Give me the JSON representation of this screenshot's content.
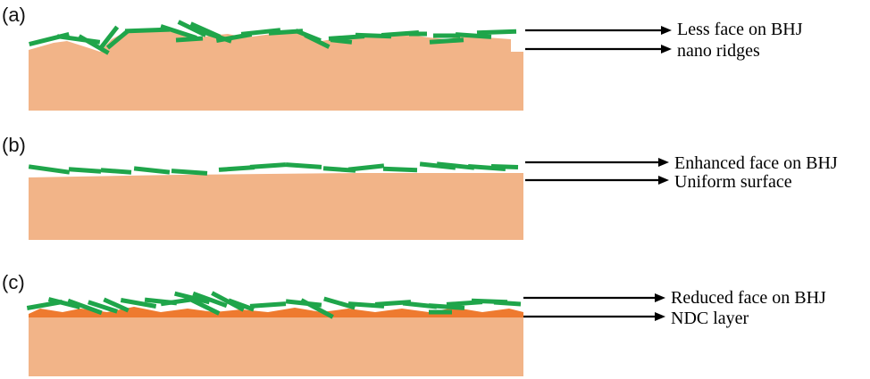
{
  "colors": {
    "substrate": "#F2B488",
    "substrate_rough": "#F4B78D",
    "crystal": "#1FA54A",
    "ndc_layer": "#EE7A2F",
    "arrow": "#000000"
  },
  "panels": [
    {
      "label": "(a)",
      "surface": "rough",
      "annotations": [
        "Less face on BHJ",
        "nano ridges"
      ]
    },
    {
      "label": "(b)",
      "surface": "smooth",
      "annotations": [
        "Enhanced face on BHJ",
        "Uniform surface"
      ]
    },
    {
      "label": "(c)",
      "surface": "ndc",
      "annotations": [
        "Reduced face on BHJ",
        "NDC layer"
      ]
    }
  ]
}
